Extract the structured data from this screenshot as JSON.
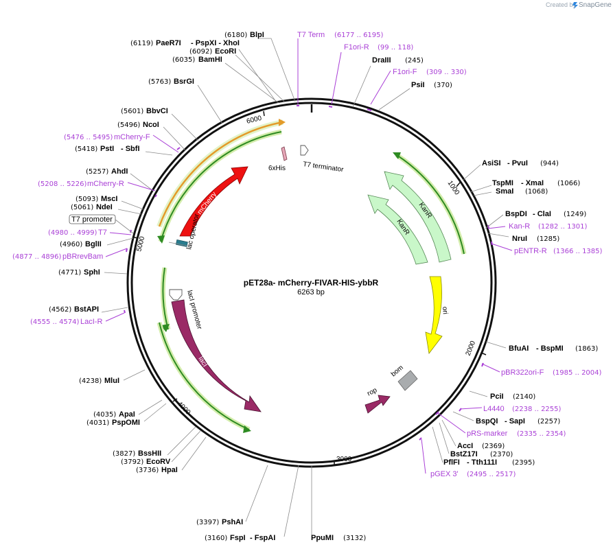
{
  "header": {
    "created_by": "Created by",
    "brand": "SnapGene"
  },
  "plasmid": {
    "name": "pET28a- mCherry-FIVAR-HIS-ybbR",
    "length": "6263 bp"
  },
  "ruler": [
    "1000",
    "2000",
    "3000",
    "4000",
    "5000",
    "6000"
  ],
  "enzymes": [
    {
      "name": "BlpI",
      "pos": "(6180)"
    },
    {
      "name": "PaeR7I",
      "pos": "(6119)",
      "extra": "- PspXI  - XhoI"
    },
    {
      "name": "EcoRI",
      "pos": "(6092)"
    },
    {
      "name": "BamHI",
      "pos": "(6035)"
    },
    {
      "name": "BsrGI",
      "pos": "(5763)"
    },
    {
      "name": "BbvCI",
      "pos": "(5601)"
    },
    {
      "name": "NcoI",
      "pos": "(5496)"
    },
    {
      "name": "PstI",
      "pos": "(5418)",
      "extra": "- SbfI"
    },
    {
      "name": "AhdI",
      "pos": "(5257)"
    },
    {
      "name": "MscI",
      "pos": "(5093)"
    },
    {
      "name": "NdeI",
      "pos": "(5061)"
    },
    {
      "name": "BglII",
      "pos": "(4960)"
    },
    {
      "name": "SphI",
      "pos": "(4771)"
    },
    {
      "name": "BstAPI",
      "pos": "(4562)"
    },
    {
      "name": "MluI",
      "pos": "(4238)"
    },
    {
      "name": "ApaI",
      "pos": "(4035)"
    },
    {
      "name": "PspOMI",
      "pos": "(4031)"
    },
    {
      "name": "BssHII",
      "pos": "(3827)"
    },
    {
      "name": "EcoRV",
      "pos": "(3792)"
    },
    {
      "name": "HpaI",
      "pos": "(3736)"
    },
    {
      "name": "PshAI",
      "pos": "(3397)"
    },
    {
      "name": "FspI",
      "pos": "(3160)",
      "extra": "- FspAI"
    },
    {
      "name": "PpuMI",
      "pos": "(3132)"
    },
    {
      "name": "DraIII",
      "pos": "(245)"
    },
    {
      "name": "PsiI",
      "pos": "(370)"
    },
    {
      "name": "AsiSI",
      "pos": "(944)",
      "extra": "- PvuI"
    },
    {
      "name": "TspMI",
      "pos": "(1066)",
      "extra": "- XmaI"
    },
    {
      "name": "SmaI",
      "pos": "(1068)"
    },
    {
      "name": "BspDI",
      "pos": "(1249)",
      "extra": "- ClaI"
    },
    {
      "name": "NruI",
      "pos": "(1285)"
    },
    {
      "name": "BfuAI",
      "pos": "(1863)",
      "extra": "- BspMI"
    },
    {
      "name": "PciI",
      "pos": "(2140)"
    },
    {
      "name": "BspQI",
      "pos": "(2257)",
      "extra": "- SapI"
    },
    {
      "name": "AccI",
      "pos": "(2369)"
    },
    {
      "name": "BstZ17I",
      "pos": "(2370)"
    },
    {
      "name": "PflFI",
      "pos": "(2395)",
      "extra": "- Tth111I"
    }
  ],
  "primers": [
    {
      "name": "T7 Term",
      "range": "(6177 .. 6195)"
    },
    {
      "name": "F1ori-R",
      "range": "(99 .. 118)"
    },
    {
      "name": "F1ori-F",
      "range": "(309 .. 330)"
    },
    {
      "name": "mCherry-F",
      "range": "(5476 .. 5495)"
    },
    {
      "name": "mCherry-R",
      "range": "(5208 .. 5226)"
    },
    {
      "name": "T7",
      "range": "(4980 .. 4999)"
    },
    {
      "name": "pBRrevBam",
      "range": "(4877 .. 4896)"
    },
    {
      "name": "LacI-R",
      "range": "(4555 .. 4574)"
    },
    {
      "name": "Kan-R",
      "range": "(1282 .. 1301)"
    },
    {
      "name": "pENTR-R",
      "range": "(1366 .. 1385)"
    },
    {
      "name": "pBR322ori-F",
      "range": "(1985 .. 2004)"
    },
    {
      "name": "L4440",
      "range": "(2238 .. 2255)"
    },
    {
      "name": "pRS-marker",
      "range": "(2335 .. 2354)"
    },
    {
      "name": "pGEX 3'",
      "range": "(2495 .. 2517)"
    }
  ],
  "boxed_label": "T7 promoter",
  "features": {
    "mcherry": "mCherry",
    "lac_operator": "lac operator",
    "laci_promoter": "lacI promoter",
    "laci": "lacI",
    "his": "6xHis",
    "t7_term": "T7 terminator",
    "kanr_outer": "KanR",
    "kanr_inner": "KanR",
    "ori": "ori",
    "bom": "bom",
    "rop": "rop"
  },
  "colors": {
    "backbone": "#111111",
    "primer": "#a93fd6",
    "mcherry": "#ee1111",
    "laci": "#9a2a66",
    "kanr": "#c9f7c9",
    "ori": "#ffff00",
    "bom": "#a9acae",
    "lac_operator": "#2a7d8f",
    "orf_arrow": "#2e8b22",
    "orf_glow": "#c8eaa0",
    "orange": "#e39b2a"
  }
}
